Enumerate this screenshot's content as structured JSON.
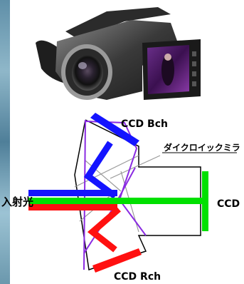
{
  "labels": {
    "ccd_bch": "CCD Bch",
    "dichroic": "ダイクロイックミラ",
    "incident": "入射光",
    "ccd": "CCD",
    "ccd_rch": "CCD Rch"
  },
  "camera_screen_text": "",
  "colors": {
    "blue_beam": "#1414ff",
    "green_beam": "#00e000",
    "red_beam": "#ff1010",
    "prism_outline": "#8a2be2",
    "body_outline": "#000000"
  }
}
